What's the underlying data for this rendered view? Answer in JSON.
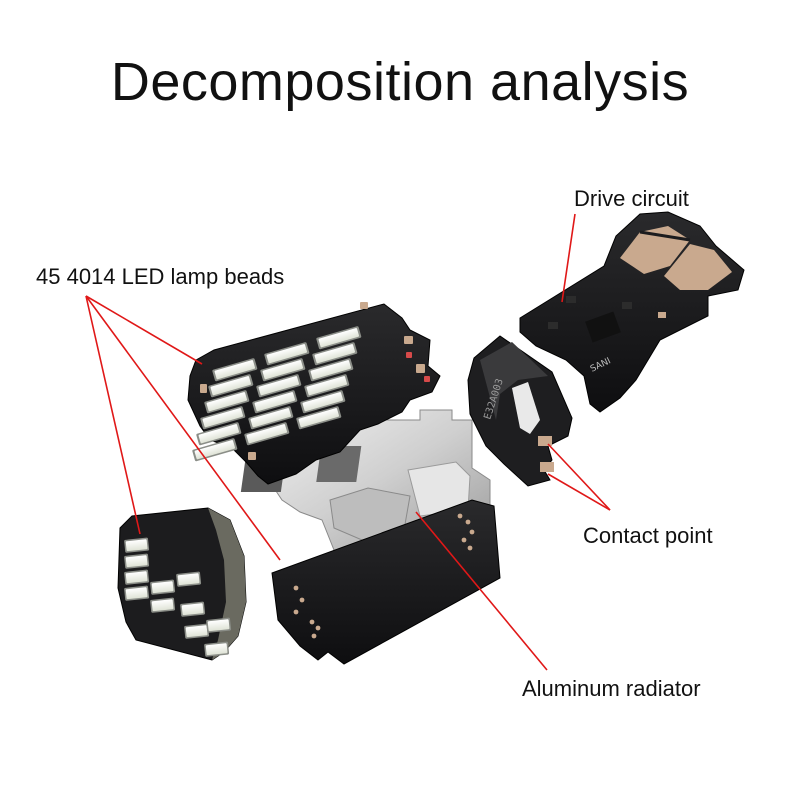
{
  "title": "Decomposition analysis",
  "labels": {
    "drive_circuit": "Drive circuit",
    "led_beads": "45 4014 LED lamp beads",
    "contact_point": "Contact point",
    "aluminum_radiator": "Aluminum radiator"
  },
  "board_markings": {
    "drive_board": "SANI",
    "contact_board": "E32A003"
  },
  "colors": {
    "background": "#ffffff",
    "text": "#111111",
    "leader_line": "#e01818",
    "pcb": "#1c1c1e",
    "led": "#f6f7f2",
    "aluminum": "#cfcfcf",
    "copper_pad": "#c9a98e"
  }
}
